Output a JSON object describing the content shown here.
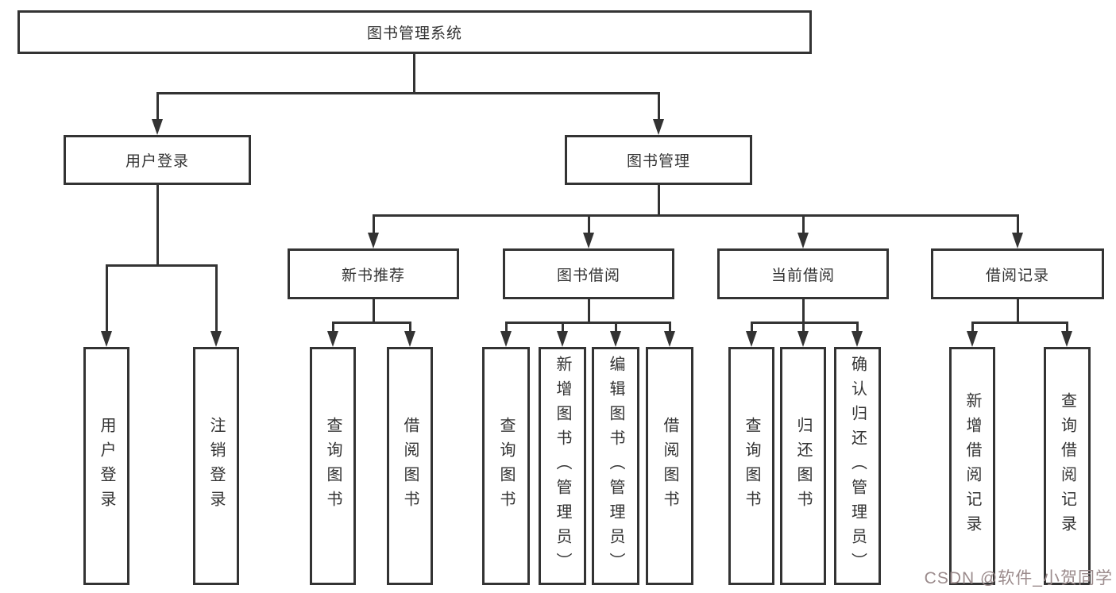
{
  "diagram": {
    "root": {
      "label": "图书管理系统"
    },
    "branches": [
      {
        "label": "用户登录",
        "children": [
          {
            "label": "用户登录"
          },
          {
            "label": "注销登录"
          }
        ]
      },
      {
        "label": "图书管理",
        "children": [
          {
            "label": "新书推荐",
            "children": [
              {
                "label": "查询图书"
              },
              {
                "label": "借阅图书"
              }
            ]
          },
          {
            "label": "图书借阅",
            "children": [
              {
                "label": "查询图书"
              },
              {
                "label": "新增图书（管理员）"
              },
              {
                "label": "编辑图书（管理员）"
              },
              {
                "label": "借阅图书"
              }
            ]
          },
          {
            "label": "当前借阅",
            "children": [
              {
                "label": "查询图书"
              },
              {
                "label": "归还图书"
              },
              {
                "label": "确认归还（管理员）"
              }
            ]
          },
          {
            "label": "借阅记录",
            "children": [
              {
                "label": "新增借阅记录"
              },
              {
                "label": "查询借阅记录"
              }
            ]
          }
        ]
      }
    ],
    "watermark": {
      "text": "CSDN @软件_小贺同学"
    },
    "colors": {
      "line": "#333333",
      "text": "#333333",
      "background": "#ffffff",
      "watermark": "#9b8b8c"
    }
  }
}
